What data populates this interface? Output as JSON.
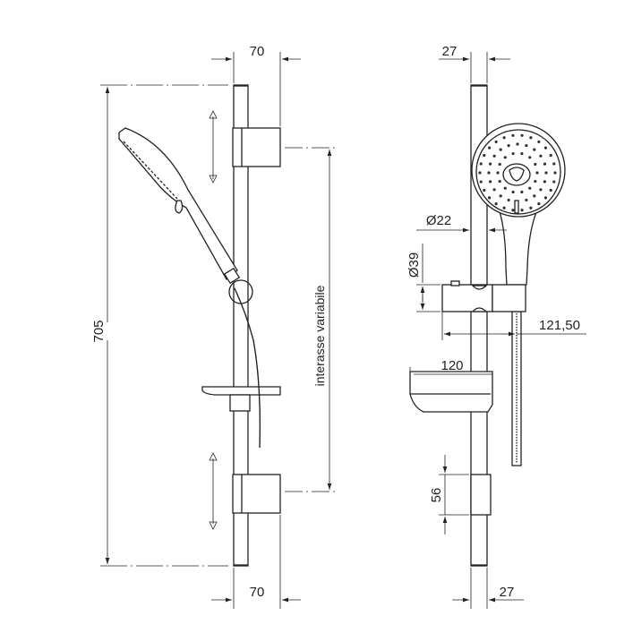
{
  "dimensions": {
    "left_top_width": "70",
    "left_bottom_width": "70",
    "total_height": "705",
    "variable_spacing": "interasse variabile",
    "right_top_width": "27",
    "right_bottom_width": "27",
    "bar_diameter": "Ø22",
    "holder_diameter": "Ø39",
    "holder_projection": "121,50",
    "soap_dish_width": "120",
    "clamp_height": "56"
  },
  "colors": {
    "line": "#222222",
    "background": "#ffffff"
  }
}
